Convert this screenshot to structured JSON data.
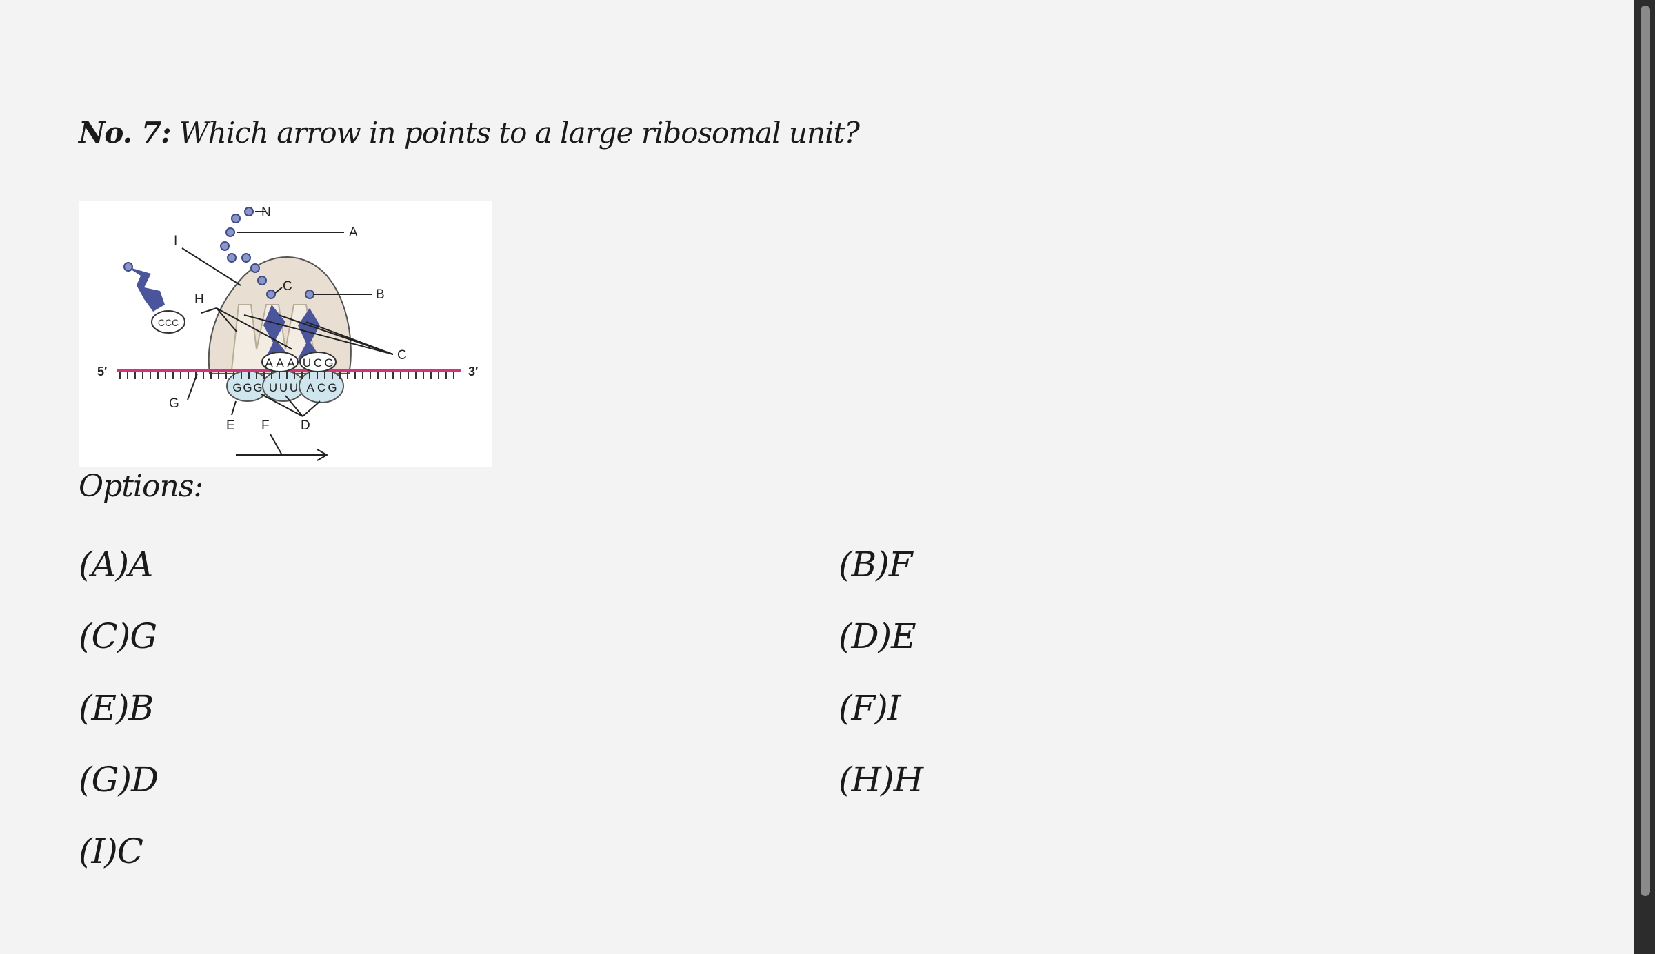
{
  "question": {
    "number": "No. 7:",
    "text": "Which arrow in  points to a large ribosomal unit?"
  },
  "figure": {
    "labels": {
      "N": "N",
      "A": "A",
      "I": "I",
      "C_top": "C",
      "B": "B",
      "H": "H",
      "C_right": "C",
      "five_prime": "5′",
      "three_prime": "3′",
      "G": "G",
      "E": "E",
      "F": "F",
      "D": "D"
    },
    "trna_3_end": "CCC",
    "anticodons": [
      "A",
      "A",
      "A",
      "U",
      "C",
      "G"
    ],
    "codons": [
      "G",
      "G",
      "G",
      "U",
      "U",
      "U",
      "A",
      "C",
      "G"
    ]
  },
  "options_title": "Options:",
  "options": [
    {
      "label": "(A)",
      "value": "A"
    },
    {
      "label": "(B)",
      "value": "F"
    },
    {
      "label": "(C)",
      "value": "G"
    },
    {
      "label": "(D)",
      "value": "E"
    },
    {
      "label": "(E)",
      "value": "B"
    },
    {
      "label": "(F)",
      "value": "I"
    },
    {
      "label": "(G)",
      "value": "D"
    },
    {
      "label": "(H)",
      "value": "H"
    },
    {
      "label": "(I)",
      "value": "C"
    }
  ],
  "colors": {
    "background": "#f3f3f3",
    "mrna": "#d6337f",
    "ribosome_large": "#e8dfd2",
    "ribosome_small": "#cfe6ee",
    "trna": "#4a559c",
    "amino_acid": "#8a95c8"
  }
}
